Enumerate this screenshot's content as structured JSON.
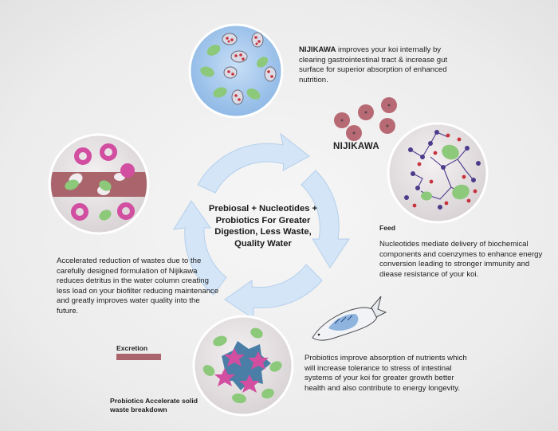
{
  "center_text": "Prebiosal + Nucleotides + Probiotics For Greater Digestion, Less Waste, Quality Water",
  "brand_label": "NIJIKAWA",
  "top_text": {
    "brand": "NIJIKAWA",
    "body": " improves your koi internally by clearing gastrointestinal tract & increase gut surface for superior absorption of enhanced nutrition."
  },
  "feed_label": "Feed",
  "feed_text": "Nucleotides mediate delivery of biochemical components and coenzymes to enhance energy conversion leading to stronger immunity and diease resistance of your koi.",
  "bottom_right_text": "Probiotics improve absorption of nutrients which will increase tolerance to stress of intestinal systems of your koi for greater growth better health and also contribute to energy longevity.",
  "left_text": "Accelerated reduction of wastes due to the carefully designed formulation of Nijikawa reduces detritus in the water column creating less load on your biofilter reducing maintenance and greatly improves water quality into the future.",
  "excretion_label": "Excretion",
  "probiotics_label": "Probiotics Accelerate solid waste breakdown",
  "colors": {
    "arrow": "#cfe3f7",
    "arrow_edge": "#b7d2ee",
    "top_circle": "#a9cbef",
    "bacteria": "#8cc97a",
    "feed_pellet": "#b86a74",
    "magenta": "#d14ea0",
    "excretion_bar": "#a9646c",
    "molecule_purple": "#4b3c8c",
    "molecule_red": "#c8323c"
  }
}
